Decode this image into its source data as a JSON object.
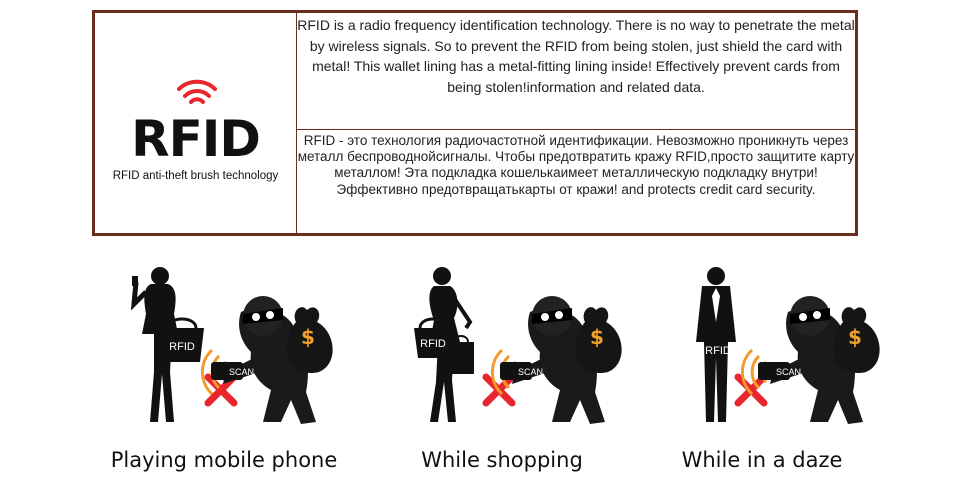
{
  "info_box": {
    "logo": {
      "word": "RFID",
      "caption": "RFID anti-theft brush technology",
      "signal_icon": "wifi-signal-icon",
      "signal_color": "#e8262d"
    },
    "text_en": "RFID is a radio frequency identification technology. There is no way to penetrate the metal by wireless signals. So to prevent the RFID from being stolen, just shield the card with metal! This wallet lining has a metal-fitting lining inside! Effectively prevent cards from being stolen!information and related data.",
    "text_ru": "RFID - это технология радиочастотной идентификации. Невозможно проникнуть через металл беспроводнойсигналы. Чтобы предотвратить кражу RFID,просто защитите карту металлом! Эта подкладка кошелькаимеет металлическую подкладку внутри! Эффективно предотвращатькарты от кражи! and protects credit card security.",
    "border_color": "#6b2e1e"
  },
  "scenes": [
    {
      "caption": "Playing mobile phone",
      "bag_label": "RFID",
      "scan_label": "SCAN",
      "thief_bag_symbol": "$"
    },
    {
      "caption": "While shopping",
      "bag_label": "RFID",
      "scan_label": "SCAN",
      "thief_bag_symbol": "$"
    },
    {
      "caption": "While in a daze",
      "bag_label": "RFID",
      "scan_label": "SCAN",
      "thief_bag_symbol": "$"
    }
  ],
  "colors": {
    "block_x": "#e8262d",
    "scan_waves": "#f39a2a",
    "thief_bag_symbol": "#f3a12a"
  }
}
